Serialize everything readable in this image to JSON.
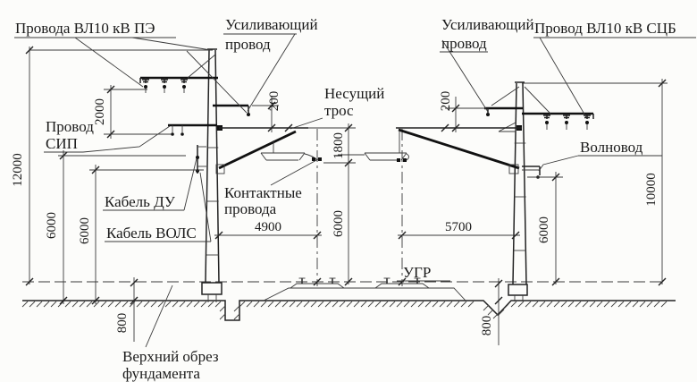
{
  "labels": {
    "vl10_pe": "Провода ВЛ10 кВ ПЭ",
    "usil_left_1": "Усиливающий",
    "usil_left_2": "провод",
    "usil_right_1": "Усиливающий",
    "usil_right_2": "провод",
    "vl10_scb": "Провод ВЛ10 кВ СЦБ",
    "tros_1": "Несущий",
    "tros_2": "трос",
    "sip_1": "Провод",
    "sip_2": "СИП",
    "kabel_du": "Кабель ДУ",
    "kabel_vols": "Кабель ВОЛС",
    "kontakt_1": "Контактные",
    "kontakt_2": "провода",
    "volnovod": "Волновод",
    "ugr": "УГР",
    "fundament_1": "Верхний обрез",
    "fundament_2": "фундамента"
  },
  "dims": {
    "left_pole_height": "12000",
    "pe_to_sip": "2000",
    "usil_left": "200",
    "du_height": "6000",
    "vols_height": "6000",
    "fund_left": "800",
    "pole_to_axis_left": "4900",
    "tros_to_contact": "1800",
    "contact_height": "6000",
    "axis_to_pole_right": "5700",
    "usil_right": "200",
    "volnovod_height": "6000",
    "right_pole_height": "10000",
    "fund_right": "800"
  }
}
